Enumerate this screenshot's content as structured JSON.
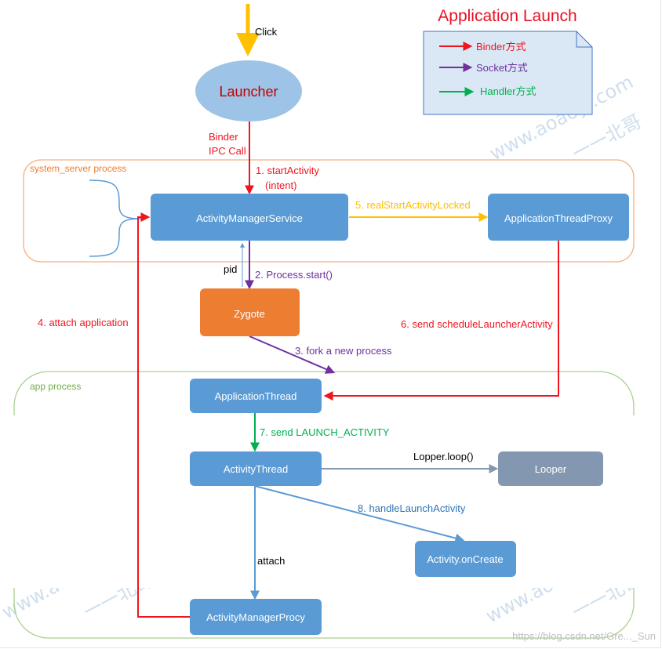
{
  "title": "Application Launch",
  "colors": {
    "binder": "#f0141e",
    "socket": "#7030a0",
    "handler": "#00b050",
    "callout": "#ffc000",
    "blue_arrow": "#5b9bd5",
    "node_blue": "#5b9bd5",
    "zygote_orange": "#ed7d31",
    "looper_gray": "#8497b0",
    "system_server_border": "#f4b183",
    "app_process_border": "#a9d18e"
  },
  "legend": {
    "items": [
      {
        "label": "Binder方式",
        "color": "#f0141e"
      },
      {
        "label": "Socket方式",
        "color": "#7030a0"
      },
      {
        "label": "Handler方式",
        "color": "#00b050"
      }
    ]
  },
  "click_label": "Click",
  "launcher": {
    "label": "Launcher"
  },
  "binder_call": {
    "line1": "Binder",
    "line2": "IPC Call"
  },
  "regions": {
    "system_server": "system_server process",
    "app": "app process"
  },
  "nodes": {
    "ams": "ActivityManagerService",
    "atp": "ApplicationThreadProxy",
    "zygote": "Zygote",
    "app_thread": "ApplicationThread",
    "activity_thread": "ActivityThread",
    "looper": "Looper",
    "on_create": "Activity.onCreate",
    "amp": "ActivityManagerProcy"
  },
  "edges": {
    "start_activity_1": "1. startActivity",
    "start_activity_2": "(intent)",
    "pid": "pid",
    "process_start": "2. Process.start()",
    "fork": "3. fork a new process",
    "attach_application": "4. attach application",
    "real_start": "5. realStartActivityLocked",
    "schedule": "6. send scheduleLauncherActivity",
    "launch_activity": "7. send LAUNCH_ACTIVITY",
    "looper_loop": "Lopper.loop()",
    "handle_launch": "8. handleLaunchActivity",
    "attach": "attach"
  },
  "watermarks": {
    "site": "www.aoaoyi.com",
    "author": "一一北哥",
    "csdn": "https://blog.csdn.net/Gre..._Sun"
  }
}
